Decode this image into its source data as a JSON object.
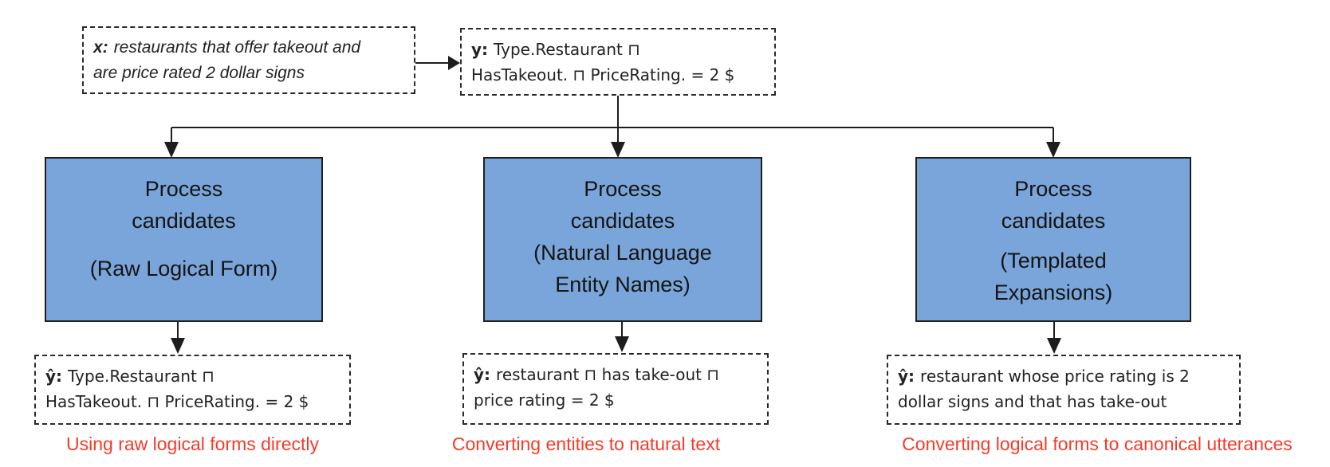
{
  "diagram": {
    "input": {
      "label": "x:",
      "line1": "restaurants that offer takeout and",
      "line2": "are price rated 2 dollar signs"
    },
    "target": {
      "label": "y:",
      "line1": "Type.Restaurant ⊓",
      "line2": "HasTakeout. ⊓ PriceRating. = 2 $"
    },
    "branches": [
      {
        "process": {
          "title_line1": "Process",
          "title_line2": "candidates",
          "subtitle_line1": "(Raw Logical Form)",
          "subtitle_line2": ""
        },
        "output": {
          "label": "ŷ:",
          "line1": "Type.Restaurant ⊓",
          "line2": "HasTakeout. ⊓ PriceRating. = 2 $"
        },
        "caption": "Using raw logical forms directly"
      },
      {
        "process": {
          "title_line1": "Process",
          "title_line2": "candidates",
          "subtitle_line1": "(Natural Language",
          "subtitle_line2": "Entity Names)"
        },
        "output": {
          "label": "ŷ:",
          "line1": "restaurant ⊓ has take-out ⊓",
          "line2": "price rating = 2 $"
        },
        "caption": "Converting entities to natural text"
      },
      {
        "process": {
          "title_line1": "Process",
          "title_line2": "candidates",
          "subtitle_line1": "(Templated",
          "subtitle_line2": "Expansions)"
        },
        "output": {
          "label": "ŷ:",
          "line1": "restaurant whose price rating is 2",
          "line2": "dollar signs and that has take-out"
        },
        "caption": "Converting logical forms to canonical utterances"
      }
    ],
    "colors": {
      "process_fill": "#7aa5da",
      "process_border": "#1f1f1f",
      "caption_red": "#f43b2a",
      "line": "#1d1d1d"
    }
  }
}
